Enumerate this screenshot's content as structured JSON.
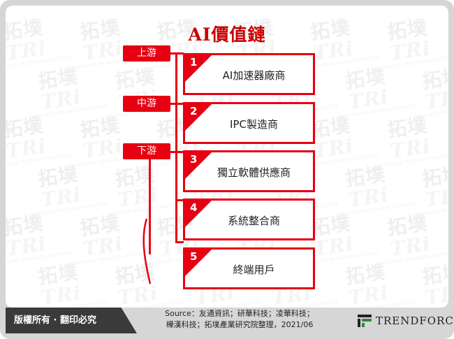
{
  "title": "AI價值鏈",
  "stages": [
    {
      "label": "上游"
    },
    {
      "label": "中游"
    },
    {
      "label": "下游"
    }
  ],
  "steps": [
    {
      "num": "1",
      "label": "AI加速器廠商"
    },
    {
      "num": "2",
      "label": "IPC製造商"
    },
    {
      "num": "3",
      "label": "獨立軟體供應商"
    },
    {
      "num": "4",
      "label": "系統整合商"
    },
    {
      "num": "5",
      "label": "終端用戶"
    }
  ],
  "footer": {
    "copyright": "版權所有 · 翻印必究",
    "source_line1": "Source：友通資訊；研華科技；凌華科技；",
    "source_line2": "樺漢科技；拓墣產業研究院整理，2021/06",
    "logo_text": "TRENDFORCE"
  },
  "watermark": {
    "main": "拓墣",
    "mark": "TRi",
    "sub": "TOPOLOGY RESEARCH INSTITUTE"
  },
  "colors": {
    "accent": "#e60012",
    "title": "#cc0000",
    "footer_dark": "#3a3a3a"
  }
}
